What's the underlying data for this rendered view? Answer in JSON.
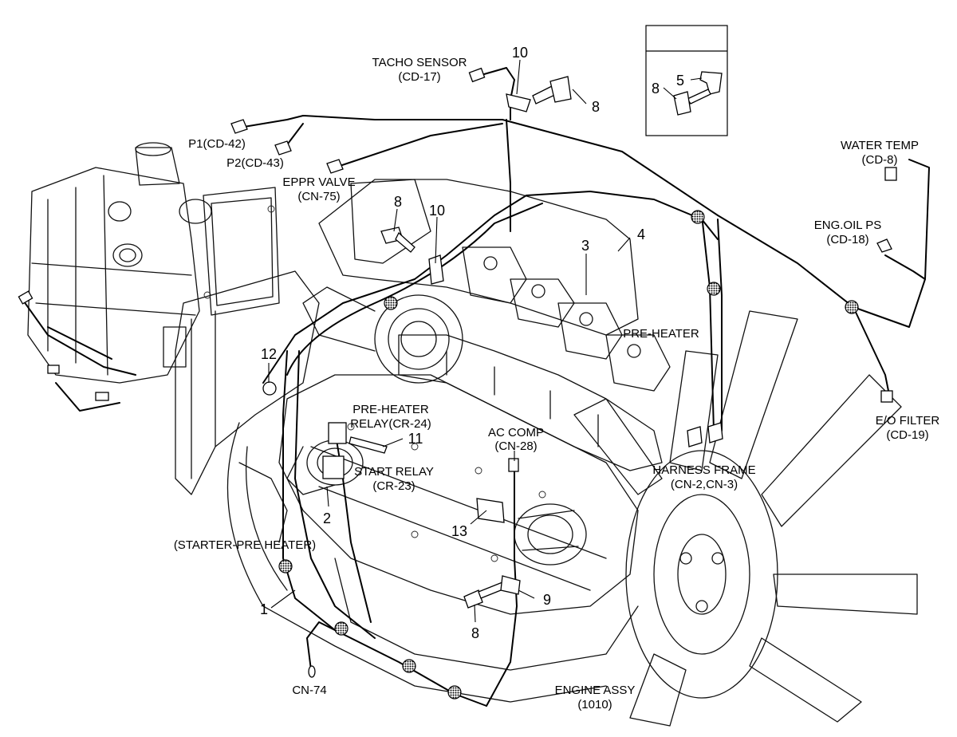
{
  "labels": {
    "tacho_sensor": "TACHO SENSOR",
    "tacho_sensor_code": "(CD-17)",
    "p1": "P1(CD-42)",
    "p2": "P2(CD-43)",
    "eppr_valve": "EPPR VALVE",
    "eppr_valve_code": "(CN-75)",
    "water_temp": "WATER TEMP",
    "water_temp_code": "(CD-8)",
    "eng_oil_ps": "ENG.OIL PS",
    "eng_oil_ps_code": "(CD-18)",
    "pre_heater": "PRE-HEATER",
    "eo_filter": "E/O FILTER",
    "eo_filter_code": "(CD-19)",
    "pre_heater_relay": "PRE-HEATER",
    "pre_heater_relay_code": "RELAY(CR-24)",
    "ac_comp": "AC COMP",
    "ac_comp_code": "(CN-28)",
    "start_relay": "START RELAY",
    "start_relay_code": "(CR-23)",
    "harness_frame": "HARNESS FRAME",
    "harness_frame_code": "(CN-2,CN-3)",
    "starter_pre_heater": "(STARTER-PRE HEATER)",
    "cn74": "CN-74",
    "engine_assy": "ENGINE ASSY",
    "engine_assy_code": "(1010)"
  },
  "callouts": {
    "n10_top": "10",
    "n8_top": "8",
    "n5_inset": "5",
    "n8_inset": "8",
    "n8_mid": "8",
    "n10_mid": "10",
    "n3": "3",
    "n4": "4",
    "n12": "12",
    "n11": "11",
    "n2": "2",
    "n13": "13",
    "n1": "1",
    "n9": "9",
    "n8_bottom": "8"
  }
}
